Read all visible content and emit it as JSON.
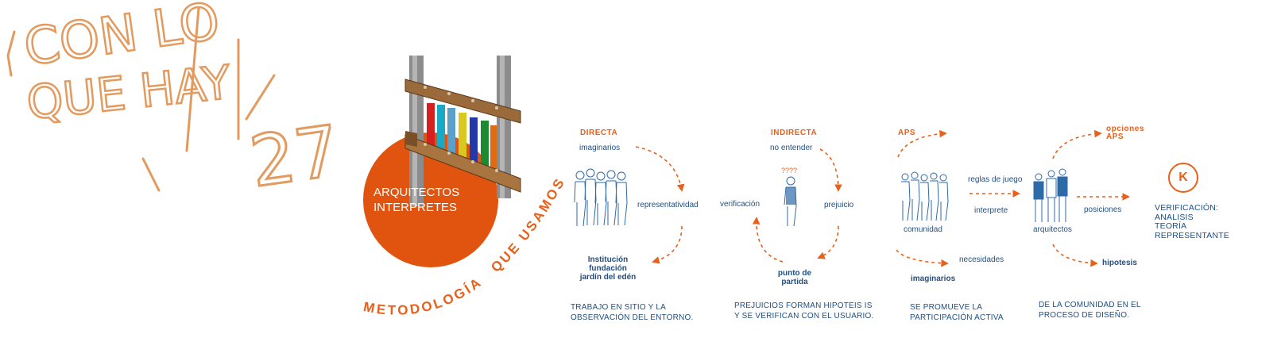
{
  "title": {
    "line1": "CON LO",
    "line2": "QUE HAY",
    "number": "27"
  },
  "circle": {
    "line1": "ARQUITECTOS",
    "line2": "INTERPRETES"
  },
  "metodologia": {
    "word1": "METODOLOGÍA",
    "word2": "QUE USAMOS"
  },
  "colors": {
    "orange": "#e8601a",
    "title_orange": "#e39a5e",
    "blue": "#1f4f82",
    "k_orange": "#e8601a"
  },
  "section1": {
    "heading": "DIRECTA",
    "top": "imaginarios",
    "right": "representatividad",
    "bottom": [
      "Institución",
      "fundación",
      "jardín del edén"
    ],
    "caption": [
      "TRABAJO EN SITIO Y LA",
      "OBSERVACIÓN DEL ENTORNO."
    ]
  },
  "section2": {
    "heading": "INDIRECTA",
    "top": "no entender",
    "left": "verificación",
    "right": "prejuicio",
    "bottom": [
      "punto de",
      "partida"
    ],
    "caption": [
      "PREJUICIOS FORMAN HIPOTEIS IS",
      "Y SE VERIFICAN CON EL USUARIO."
    ]
  },
  "section3": {
    "heading": "APS",
    "group": "comunidad",
    "arrow_top": "reglas de juego",
    "arrow_mid": "interprete",
    "lower": "necesidades",
    "bottom": "imaginarios",
    "caption": [
      "SE PROMUEVE LA",
      "PARTICIPACIÓN ACTIVA"
    ]
  },
  "section4": {
    "top": [
      "opciones",
      "APS"
    ],
    "group": "arquitectos",
    "right": "posiciones",
    "lower": "hipotesis",
    "caption": [
      "DE LA COMUNIDAD EN EL",
      "PROCESO DE DISEÑO."
    ]
  },
  "section5": {
    "badge": "K",
    "lines": [
      "VERIFICACIÓN:",
      "ANALISIS",
      "TEORÍA",
      "REPRESENTANTE"
    ]
  }
}
